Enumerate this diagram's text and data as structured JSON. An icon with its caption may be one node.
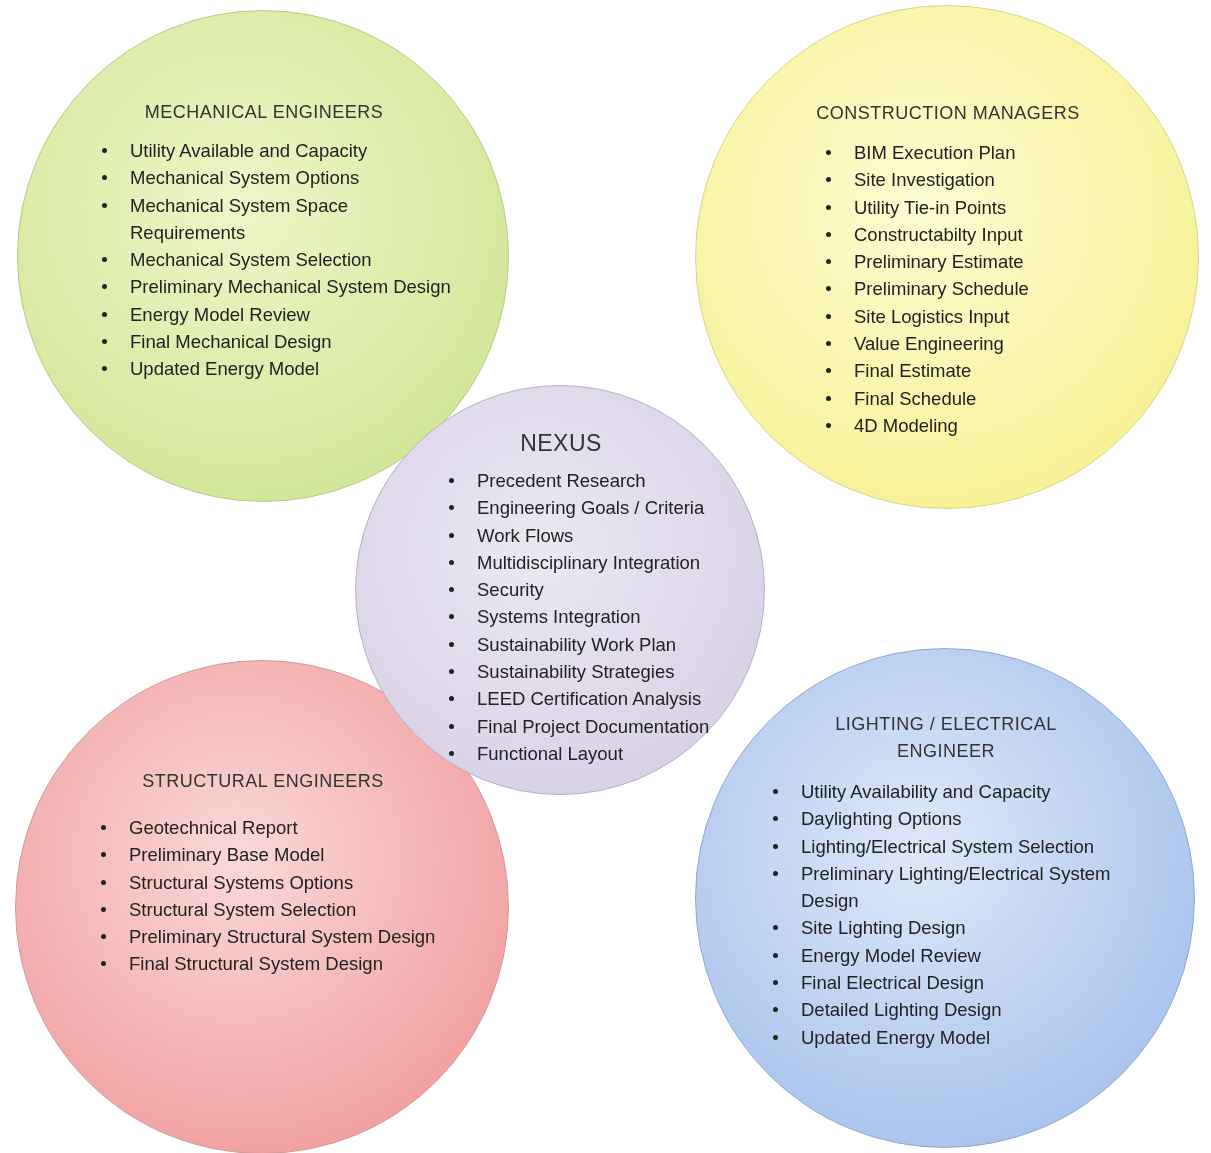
{
  "diagram": {
    "nodes": [
      {
        "text": [
          "MECHANICAL ENGINEERS",
          "Utility Available and Capacity",
          "Mechanical System Options",
          "Mechanical System Space Requirements",
          "Mechanical System Selection",
          "Preliminary Mechanical System Design",
          "Energy Model Review",
          "Final Mechanical Design",
          "Updated Energy Model"
        ]
      },
      {
        "text": [
          "CONSTRUCTION MANAGERS",
          "BIM Execution Plan",
          "Site Investigation",
          "Utility Tie-in Points",
          "Constructabilty Input",
          "Preliminary Estimate",
          "Preliminary Schedule",
          "Site Logistics Input",
          "Value Engineering",
          "Final Estimate",
          "Final Schedule",
          "4D Modeling"
        ]
      },
      {
        "text": [
          "STRUCTURAL ENGINEERS",
          "Geotechnical Report",
          "Preliminary Base Model",
          "Structural Systems Options",
          "Structural System Selection",
          "Preliminary Structural System Design",
          "Final Structural System Design"
        ]
      },
      {
        "text": [
          "LIGHTING / ELECTRICAL ENGINEER",
          "Utility Availability and Capacity",
          "Daylighting Options",
          "Lighting/Electrical System Selection",
          "Preliminary Lighting/Electrical System Design",
          "Site Lighting Design",
          "Energy Model Review",
          "Final Electrical Design",
          "Detailed Lighting Design",
          "Updated Energy Model"
        ]
      },
      {
        "text": [
          "NEXUS",
          "Precedent Research",
          "Engineering Goals / Criteria",
          "Work Flows",
          "Multidisciplinary Integration",
          "Security",
          "Systems Integration",
          "Sustainability Work Plan",
          "Sustainability Strategies",
          "LEED Certification Analysis",
          "Final Project Documentation",
          "Functional Layout"
        ]
      }
    ],
    "edges": []
  }
}
